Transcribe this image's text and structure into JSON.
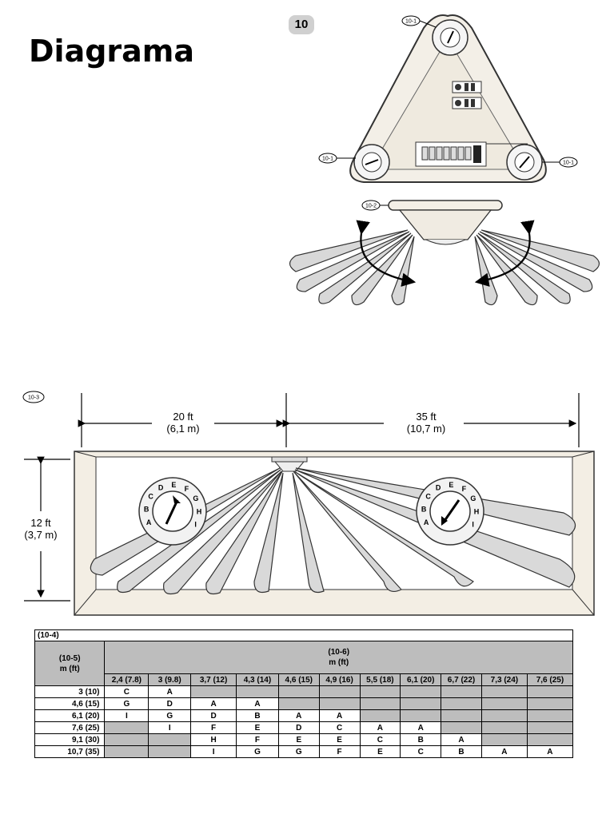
{
  "page": {
    "title": "Diagrama",
    "step_badge": "10"
  },
  "callouts": {
    "dial_top": "10-1",
    "dial_left": "10-1",
    "dial_right": "10-1",
    "lens": "10-2",
    "room": "10-3"
  },
  "dimensions": {
    "left_width_ft": "20 ft",
    "left_width_m": "(6,1 m)",
    "right_width_ft": "35 ft",
    "right_width_m": "(10,7 m)",
    "height_ft": "12 ft",
    "height_m": "(3,7 m)"
  },
  "dial_letters": [
    "A",
    "B",
    "C",
    "D",
    "E",
    "F",
    "G",
    "H",
    "I"
  ],
  "table": {
    "label": "(10-4)",
    "row_header_code": "(10-5)",
    "row_header_unit": "m (ft)",
    "col_header_code": "(10-6)",
    "col_header_unit": "m (ft)",
    "columns": [
      "2,4 (7.8)",
      "3 (9.8)",
      "3,7 (12)",
      "4,3 (14)",
      "4,6 (15)",
      "4,9 (16)",
      "5,5 (18)",
      "6,1 (20)",
      "6,7 (22)",
      "7,3 (24)",
      "7,6 (25)"
    ],
    "rows": [
      {
        "label": "3 (10)",
        "cells": [
          "C",
          "A",
          "",
          "",
          "",
          "",
          "",
          "",
          "",
          "",
          ""
        ],
        "grey": [
          false,
          false,
          true,
          true,
          true,
          true,
          true,
          true,
          true,
          true,
          true
        ]
      },
      {
        "label": "4,6 (15)",
        "cells": [
          "G",
          "D",
          "A",
          "A",
          "",
          "",
          "",
          "",
          "",
          "",
          ""
        ],
        "grey": [
          false,
          false,
          false,
          false,
          true,
          true,
          true,
          true,
          true,
          true,
          true
        ]
      },
      {
        "label": "6,1 (20)",
        "cells": [
          "I",
          "G",
          "D",
          "B",
          "A",
          "A",
          "",
          "",
          "",
          "",
          ""
        ],
        "grey": [
          false,
          false,
          false,
          false,
          false,
          false,
          true,
          true,
          true,
          true,
          true
        ]
      },
      {
        "label": "7,6 (25)",
        "cells": [
          "",
          "I",
          "F",
          "E",
          "D",
          "C",
          "A",
          "A",
          "",
          "",
          ""
        ],
        "grey": [
          true,
          false,
          false,
          false,
          false,
          false,
          false,
          false,
          true,
          true,
          true
        ]
      },
      {
        "label": "9,1 (30)",
        "cells": [
          "",
          "",
          "H",
          "F",
          "E",
          "E",
          "C",
          "B",
          "A",
          "",
          ""
        ],
        "grey": [
          true,
          true,
          false,
          false,
          false,
          false,
          false,
          false,
          false,
          true,
          true
        ]
      },
      {
        "label": "10,7 (35)",
        "cells": [
          "",
          "",
          "I",
          "G",
          "G",
          "F",
          "E",
          "C",
          "B",
          "A",
          "A"
        ],
        "grey": [
          true,
          true,
          false,
          false,
          false,
          false,
          false,
          false,
          false,
          false,
          false
        ]
      }
    ]
  }
}
